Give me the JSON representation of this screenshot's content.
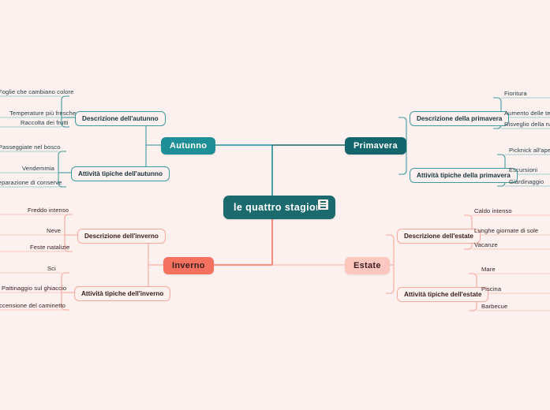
{
  "canvas": {
    "background": "#fdf1ef",
    "teal_accent": "#1b6a6e",
    "teal_light": "#3f9a9e",
    "pink_accent": "#f4705f",
    "pink_light": "#f8a89c"
  },
  "root": {
    "label": "le quattro stagioni",
    "menu_icon": "hamburger-menu-icon"
  },
  "branches": [
    {
      "id": "autunno",
      "season_label": "Autunno",
      "theme": "teal",
      "categories": [
        {
          "label": "Descrizione dell'autunno",
          "leaves": [
            "Foglie che cambiano colore",
            "Temperature più fresche",
            "Raccolta dei frutti"
          ]
        },
        {
          "label": "Attività tipiche dell'autunno",
          "leaves": [
            "Passeggiate nel bosco",
            "Vendemmia",
            "Preparazione di conserve"
          ]
        }
      ]
    },
    {
      "id": "primavera",
      "season_label": "Primavera",
      "theme": "teal",
      "categories": [
        {
          "label": "Descrizione della primavera",
          "leaves": [
            "Fioritura",
            "Aumento delle temperature",
            "Risveglio della natura"
          ]
        },
        {
          "label": "Attività tipiche della primavera",
          "leaves": [
            "Picknick all'aperto",
            "Escursioni",
            "Giardinaggio"
          ]
        }
      ]
    },
    {
      "id": "inverno",
      "season_label": "Inverno",
      "theme": "pink",
      "categories": [
        {
          "label": "Descrizione dell'inverno",
          "leaves": [
            "Freddo intenso",
            "Neve",
            "Feste natalizie"
          ]
        },
        {
          "label": "Attività tipiche dell'inverno",
          "leaves": [
            "Sci",
            "Pattinaggio sul ghiaccio",
            "Accensione del caminetto"
          ]
        }
      ]
    },
    {
      "id": "estate",
      "season_label": "Estate",
      "theme": "pink",
      "categories": [
        {
          "label": "Descrizione dell'estate",
          "leaves": [
            "Caldo intenso",
            "Lunghe giornate di sole",
            "Vacanze"
          ]
        },
        {
          "label": "Attività tipiche dell'estate",
          "leaves": [
            "Mare",
            "Piscina",
            "Barbecue"
          ]
        }
      ]
    }
  ]
}
